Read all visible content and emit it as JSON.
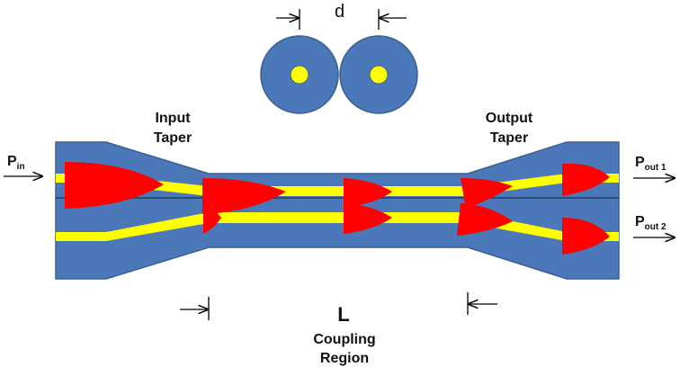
{
  "colors": {
    "fiber_body": "#4a78b8",
    "fiber_edge": "#3a5f93",
    "core": "#ffff00",
    "pulse": "#ff0000",
    "line": "#000000"
  },
  "labels": {
    "separation": "d",
    "input_taper_line1": "Input",
    "input_taper_line2": "Taper",
    "output_taper_line1": "Output",
    "output_taper_line2": "Taper",
    "p_in_main": "P",
    "p_in_sub": "in",
    "p_out1_main": "P",
    "p_out1_sub": "out 1",
    "p_out2_main": "P",
    "p_out2_sub": "out 2",
    "length": "L",
    "coupling_line1": "Coupling",
    "coupling_line2": "Region"
  },
  "icons": {
    "cross_section": "fiber-cross-section-icon",
    "input_arrow": "arrow-right-icon",
    "output_arrow": "arrow-right-icon"
  }
}
